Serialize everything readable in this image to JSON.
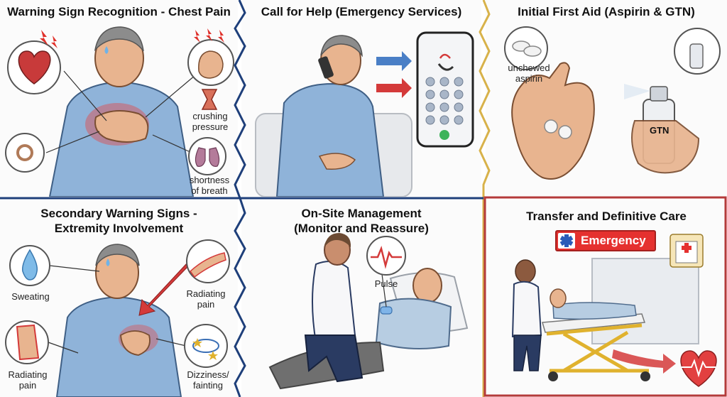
{
  "panels": [
    {
      "title": "Warning Sign Recognition - Chest Pain",
      "labels": [
        "crushing\npressure",
        "shortness\nof breath"
      ]
    },
    {
      "title": "Call for Help (Emergency Services)"
    },
    {
      "title": "Initial First Aid (Aspirin & GTN)",
      "labels": [
        "unchewed\naspirin",
        "GTN"
      ]
    },
    {
      "title": "Secondary Warning Signs -\nExtremity Involvement",
      "labels": [
        "Sweating",
        "Radiating\npain",
        "Radiating\npain",
        "Dizziness/\nfainting"
      ]
    },
    {
      "title": "On-Site Management\n(Monitor and Reassure)",
      "labels": [
        "Pulse"
      ]
    },
    {
      "title": "Transfer and Definitive Care",
      "sign": "Emergency"
    }
  ],
  "colors": {
    "divider": "#1e3f7a",
    "divider_gold": "#d8b24a",
    "divider_red": "#b43a3a",
    "accent_red": "#d43a3a",
    "arrow_blue": "#4a7fc6",
    "shirt": "#8fb3d9",
    "skin": "#e8b48f"
  }
}
